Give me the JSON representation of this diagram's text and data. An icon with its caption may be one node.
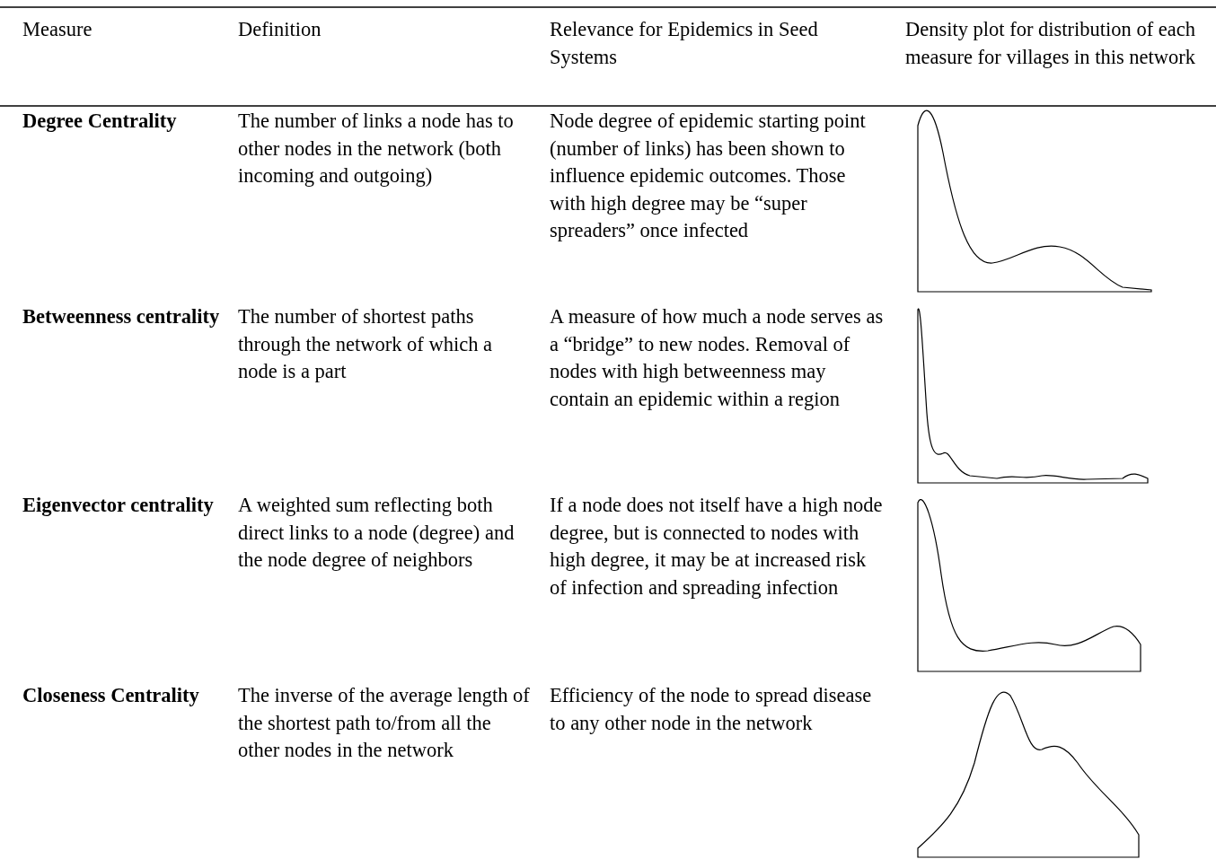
{
  "diagram": {
    "labels": [
      "Measure",
      "Definition",
      "Relevance for Epidemics in Seed Systems",
      "Density plot for distribution of each measure for villages in this network",
      "Degree Centrality",
      "The number of links a node has to other nodes in the network (both incoming and outgoing)",
      "Node degree of epidemic starting point (number of links) has been shown to influence epidemic outcomes. Those with high degree may be “super spreaders” once infected",
      "Betweenness centrality",
      "The number of shortest paths through the network of which a node is a part",
      "A measure of how much a node serves as a “bridge” to new nodes. Removal of nodes with high betweenness may contain an epidemic within a region",
      "Eigenvector centrality",
      "A weighted sum reflecting both direct links to a node (degree) and the node degree of neighbors",
      "If a node does not itself have a high node degree, but is connected to nodes with high degree, it may be at increased risk of infection and spreading infection",
      "Closeness Centrality",
      "The inverse of the average length of the shortest path to/from all the other nodes in the network",
      "Efficiency of the node to spread disease to any other node in the network"
    ]
  }
}
